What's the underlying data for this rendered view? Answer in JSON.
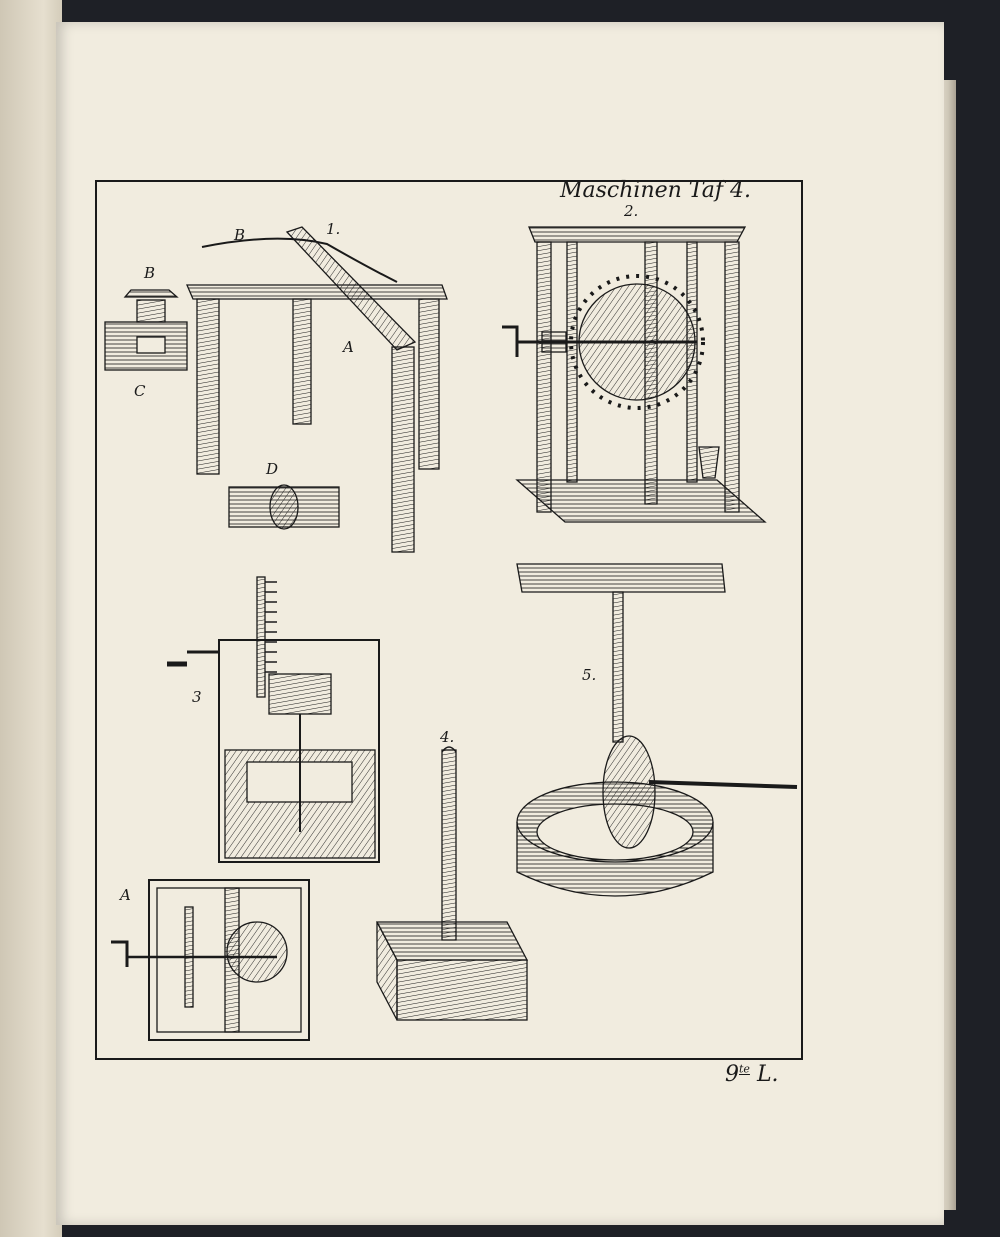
{
  "plate": {
    "title": "Maschinen Taf 4.",
    "signature_main": "9",
    "signature_sup": "te",
    "signature_end": "L."
  },
  "figures": {
    "fig1": {
      "number": "1.",
      "labels": {
        "a": "A",
        "b_top": "B",
        "b_left": "B",
        "c": "C",
        "d": "D"
      }
    },
    "fig2": {
      "number": "2."
    },
    "fig3": {
      "number": "3",
      "sub_label": "A"
    },
    "fig4": {
      "number": "4."
    },
    "fig5": {
      "number": "5."
    }
  },
  "colors": {
    "ink": "#1a1a1a",
    "paper": "#f1ecdf"
  }
}
